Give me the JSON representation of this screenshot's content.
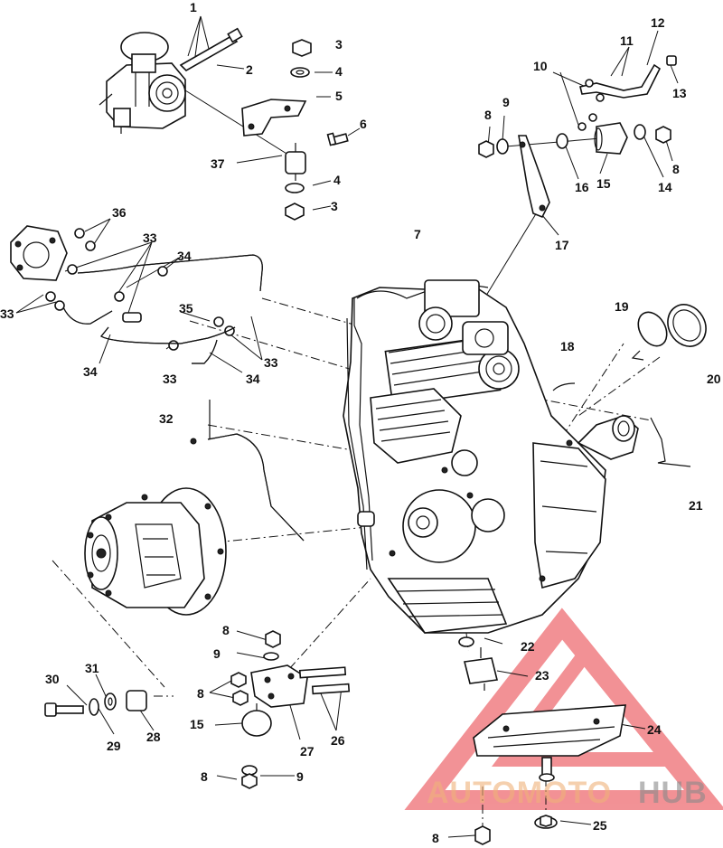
{
  "diagram": {
    "callouts": [
      {
        "id": "c1",
        "label": "1"
      },
      {
        "id": "c2",
        "label": "2"
      },
      {
        "id": "c3a",
        "label": "3"
      },
      {
        "id": "c4a",
        "label": "4"
      },
      {
        "id": "c5",
        "label": "5"
      },
      {
        "id": "c6",
        "label": "6"
      },
      {
        "id": "c37",
        "label": "37"
      },
      {
        "id": "c4b",
        "label": "4"
      },
      {
        "id": "c3b",
        "label": "3"
      },
      {
        "id": "c12",
        "label": "12"
      },
      {
        "id": "c11",
        "label": "11"
      },
      {
        "id": "c10",
        "label": "10"
      },
      {
        "id": "c13",
        "label": "13"
      },
      {
        "id": "c8a",
        "label": "8"
      },
      {
        "id": "c9a",
        "label": "9"
      },
      {
        "id": "c16",
        "label": "16"
      },
      {
        "id": "c15a",
        "label": "15"
      },
      {
        "id": "c14",
        "label": "14"
      },
      {
        "id": "c8b",
        "label": "8"
      },
      {
        "id": "c17",
        "label": "17"
      },
      {
        "id": "c36",
        "label": "36"
      },
      {
        "id": "c33a",
        "label": "33"
      },
      {
        "id": "c34a",
        "label": "34"
      },
      {
        "id": "c33b",
        "label": "33"
      },
      {
        "id": "c35",
        "label": "35"
      },
      {
        "id": "c33c",
        "label": "33"
      },
      {
        "id": "c34b",
        "label": "34"
      },
      {
        "id": "c33d",
        "label": "33"
      },
      {
        "id": "c34c",
        "label": "34"
      },
      {
        "id": "c7",
        "label": "7"
      },
      {
        "id": "c19",
        "label": "19"
      },
      {
        "id": "c20",
        "label": "20"
      },
      {
        "id": "c18",
        "label": "18"
      },
      {
        "id": "c32",
        "label": "32"
      },
      {
        "id": "c21",
        "label": "21"
      },
      {
        "id": "c22",
        "label": "22"
      },
      {
        "id": "c23",
        "label": "23"
      },
      {
        "id": "c8c",
        "label": "8"
      },
      {
        "id": "c9b",
        "label": "9"
      },
      {
        "id": "c8d",
        "label": "8"
      },
      {
        "id": "c30",
        "label": "30"
      },
      {
        "id": "c31",
        "label": "31"
      },
      {
        "id": "c29",
        "label": "29"
      },
      {
        "id": "c28",
        "label": "28"
      },
      {
        "id": "c15b",
        "label": "15"
      },
      {
        "id": "c27",
        "label": "27"
      },
      {
        "id": "c26",
        "label": "26"
      },
      {
        "id": "c24",
        "label": "24"
      },
      {
        "id": "c8e",
        "label": "8"
      },
      {
        "id": "c9c",
        "label": "9"
      },
      {
        "id": "c8f",
        "label": "8"
      },
      {
        "id": "c25",
        "label": "25"
      }
    ]
  },
  "watermark": {
    "part1": "AUTOMOTO",
    "part2": "HUB",
    "color_red": "#e8393f",
    "color_orange": "#f0b27a",
    "color_gray": "#8a8a8a"
  }
}
